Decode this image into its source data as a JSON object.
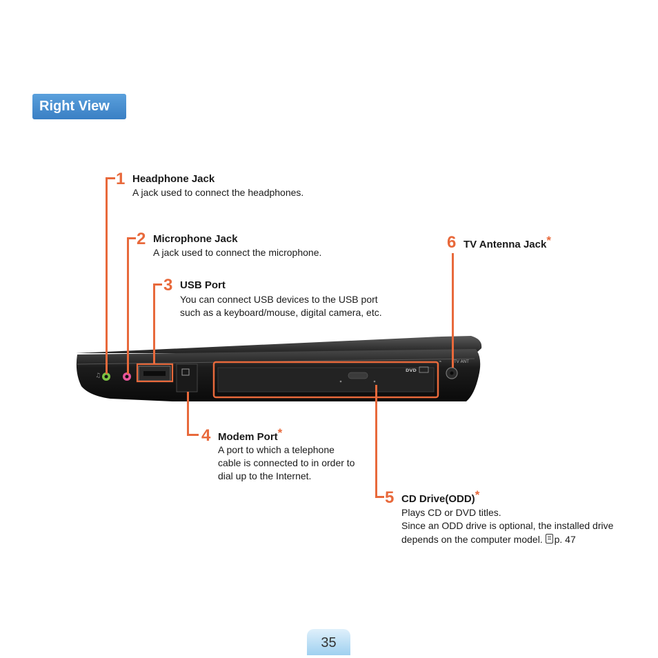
{
  "section": {
    "title": "Right View"
  },
  "callouts": [
    {
      "num": "1",
      "title": "Headphone Jack",
      "desc": [
        "A jack used to connect the headphones."
      ],
      "optional": false
    },
    {
      "num": "2",
      "title": "Microphone Jack",
      "desc": [
        "A jack used to connect the microphone."
      ],
      "optional": false
    },
    {
      "num": "3",
      "title": "USB Port",
      "desc": [
        "You can connect USB devices to the USB port",
        "such as a keyboard/mouse, digital camera, etc."
      ],
      "optional": false
    },
    {
      "num": "4",
      "title": "Modem Port",
      "desc": [
        "A port to which a telephone",
        "cable is connected to in order to",
        "dial up to the Internet."
      ],
      "optional": true
    },
    {
      "num": "5",
      "title": "CD Drive(ODD)",
      "desc": [
        "Plays CD or DVD titles.",
        "Since an ODD drive is optional, the installed drive",
        "depends on the computer model."
      ],
      "ref": "p. 47",
      "optional": true
    },
    {
      "num": "6",
      "title": "TV Antenna Jack",
      "desc": [],
      "optional": true
    }
  ],
  "optional_mark": "*",
  "laptop": {
    "dvd_logo": "DVD",
    "tv_label": "TV ANT"
  },
  "colors": {
    "accent": "#e8693b",
    "tab": "#3a7fc4"
  },
  "page_number": "35"
}
